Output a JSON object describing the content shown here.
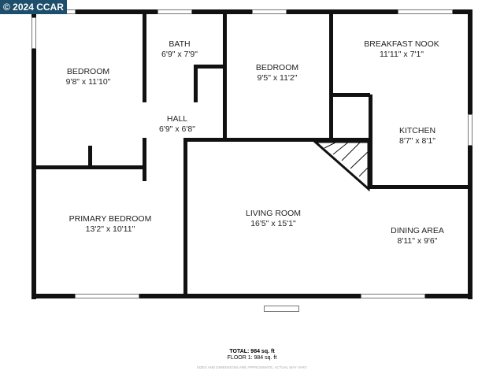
{
  "badge": "© 2024 CCAR",
  "rooms": [
    {
      "name": "BEDROOM",
      "dims": "9'8\" x 11'10\""
    },
    {
      "name": "BATH",
      "dims": "6'9\" x 7'9\""
    },
    {
      "name": "BEDROOM",
      "dims": "9'5\" x 11'2\""
    },
    {
      "name": "BREAKFAST NOOK",
      "dims": "11'11\" x 7'1\""
    },
    {
      "name": "HALL",
      "dims": "6'9\" x 6'8\""
    },
    {
      "name": "KITCHEN",
      "dims": "8'7\" x 8'1\""
    },
    {
      "name": "PRIMARY BEDROOM",
      "dims": "13'2\" x 10'11\""
    },
    {
      "name": "LIVING ROOM",
      "dims": "16'5\" x 15'1\""
    },
    {
      "name": "DINING AREA",
      "dims": "8'11\" x 9'6\""
    }
  ],
  "footer": {
    "total": "TOTAL: 984 sq. ft",
    "floor": "FLOOR 1: 984 sq. ft",
    "disclaimer": "SIZES AND DIMENSIONS ARE APPROXIMATE, ACTUAL MAY VARY."
  }
}
